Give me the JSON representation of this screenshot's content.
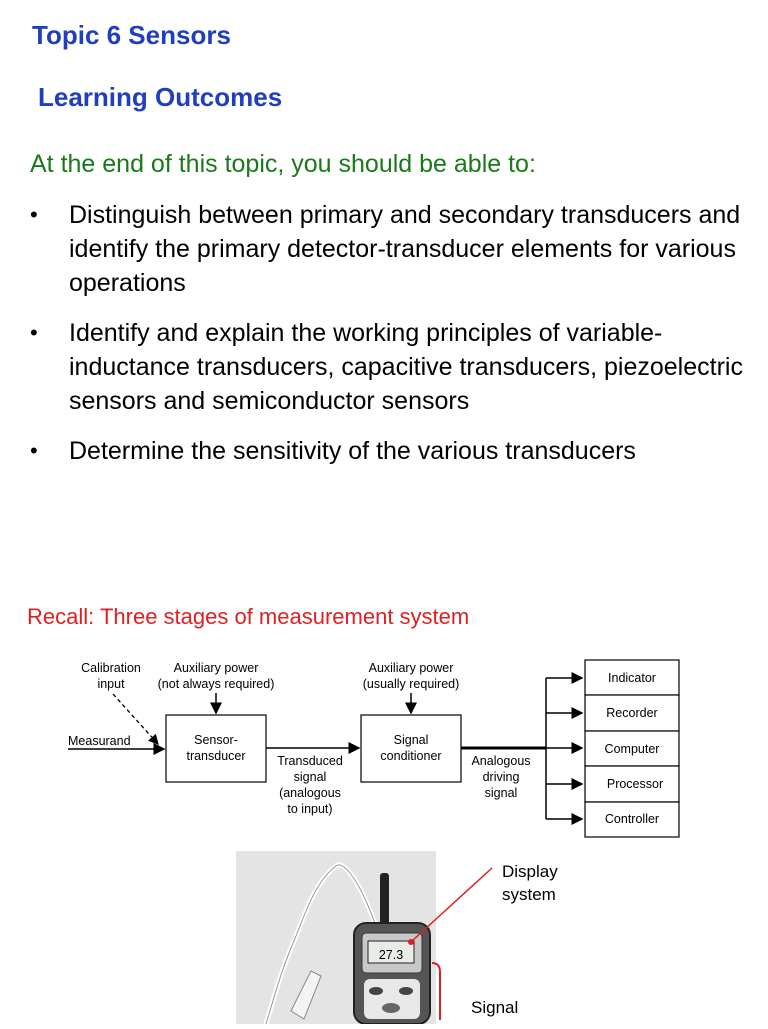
{
  "page": {
    "title": "Topic 6 Sensors",
    "subtitle": "Learning Outcomes",
    "intro": "At the end of this topic, you should be able to:",
    "bullets": [
      "Distinguish between primary and secondary transducers and identify the primary detector-transducer elements for various operations",
      "Identify and explain the working principles of variable-inductance transducers, capacitive transducers, piezoelectric sensors and semiconductor sensors",
      "Determine the sensitivity of the various transducers"
    ],
    "recall": "Recall: Three stages of measurement system"
  },
  "diagram": {
    "calibration": [
      "Calibration",
      "input"
    ],
    "aux1": [
      "Auxiliary power",
      "(not always required)"
    ],
    "aux2": [
      "Auxiliary power",
      "(usually required)"
    ],
    "measurand": "Measurand",
    "sensor": [
      "Sensor-",
      "transducer"
    ],
    "transduced": [
      "Transduced",
      "signal",
      "(analogous",
      "to input)"
    ],
    "conditioner": [
      "Signal",
      "conditioner"
    ],
    "driving": [
      "Analogous",
      "driving",
      "signal"
    ],
    "outputs": [
      "Indicator",
      "Recorder",
      "Computer",
      "Processor",
      "Controller"
    ]
  },
  "photo_labels": {
    "display": [
      "Display",
      "system"
    ],
    "signal": "Signal",
    "meter_reading": "27.3"
  },
  "colors": {
    "title": "#1f3fbf",
    "intro": "#1a7a1a",
    "recall": "#e02020",
    "pointer": "#e02020"
  }
}
